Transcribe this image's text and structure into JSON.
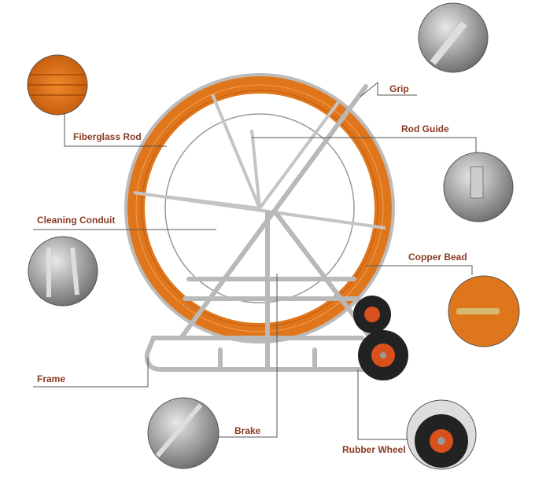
{
  "labels": {
    "grip": "Grip",
    "fiberglass_rod": "Fiberglass Rod",
    "rod_guide": "Rod Guide",
    "cleaning_conduit": "Cleaning Conduit",
    "copper_bead": "Copper Bead",
    "frame": "Frame",
    "brake": "Brake",
    "rubber_wheel": "Rubber Wheel"
  },
  "colors": {
    "label": "#8a3a22",
    "rod": "#e0761c",
    "frame": "#b9b9b9",
    "leader": "#555555"
  }
}
